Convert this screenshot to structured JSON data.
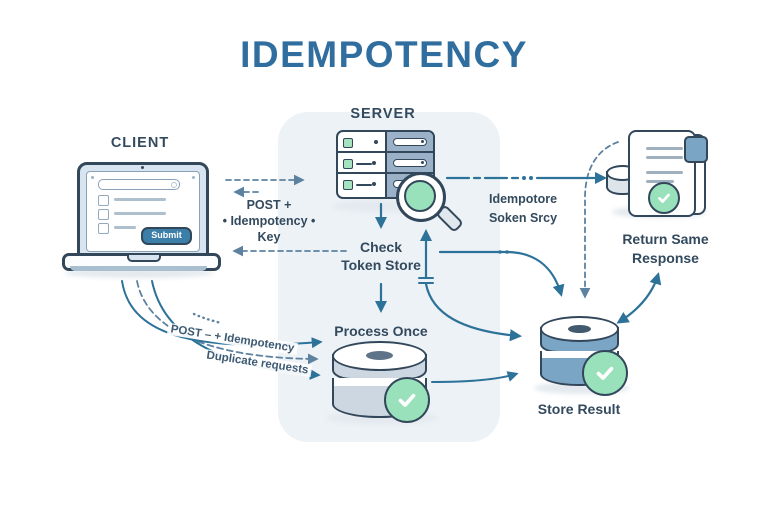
{
  "title": "IDEMPOTENCY",
  "client": {
    "label": "CLIENT",
    "submit_label": "Submit"
  },
  "server": {
    "label": "SERVER"
  },
  "flow": {
    "post_key": {
      "line1": "POST +",
      "line2": "• Idempotency •",
      "line3": "Key"
    },
    "check_token_store": {
      "line1": "Check",
      "line2": "Token Store"
    },
    "process_once": "Process Once",
    "token_note": {
      "line1": "Idempotore",
      "line2": "Soken Srcy"
    },
    "store_result": "Store Result",
    "return_same_response": {
      "line1": "Return Same",
      "line2": "Response"
    },
    "client_curve_labels": {
      "retry": "POST – + Idempotency",
      "duplicates": "Duplicate requests"
    }
  },
  "colors": {
    "title": "#2f6e9e",
    "text": "#334a5e",
    "outline": "#33475b",
    "arrow_solid": "#2d7299",
    "arrow_dashed": "#5d82a0",
    "green": "#98e1bb",
    "db_blue": "#7ba5c5",
    "panel": "#edf2f7",
    "button": "#3b7ea8"
  }
}
